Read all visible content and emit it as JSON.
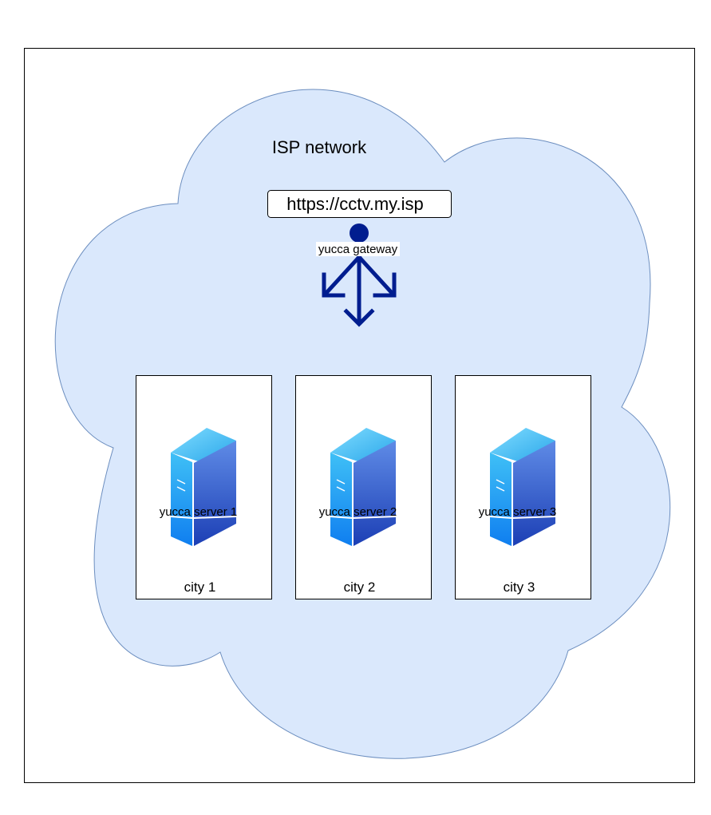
{
  "cloud": {
    "title": "ISP network",
    "fill_color": "#dae8fc",
    "stroke_color": "#6c8ebf"
  },
  "gateway": {
    "url": "https://cctv.my.isp",
    "label": "yucca gateway",
    "icon": "split-arrow-icon",
    "color": "#001d8f"
  },
  "cities": [
    {
      "label": "city 1",
      "server_label": "yucca server 1",
      "icon": "server-tower-icon"
    },
    {
      "label": "city 2",
      "server_label": "yucca server 2",
      "icon": "server-tower-icon"
    },
    {
      "label": "city 3",
      "server_label": "yucca server 3",
      "icon": "server-tower-icon"
    }
  ]
}
